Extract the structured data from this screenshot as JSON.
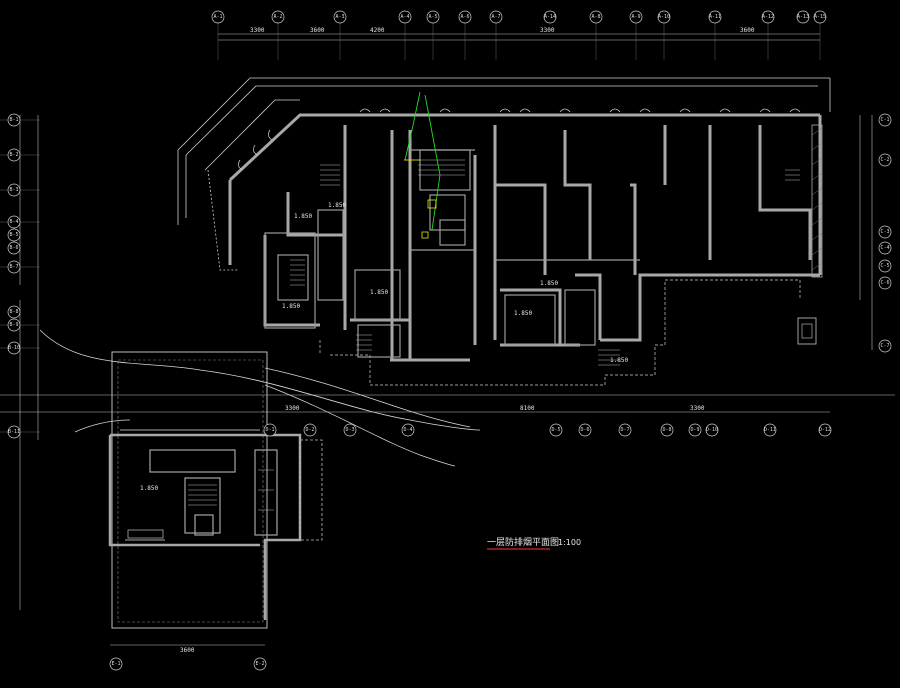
{
  "drawing": {
    "background": "#000000",
    "line_color": "#c8c8c8",
    "wall_color": "#9a9a9a",
    "accent_green": "#22dd22",
    "accent_yellow": "#e6e600",
    "title_underline": "#ff3333",
    "title": "一层防排烟平面图",
    "scale": "1:100",
    "room_labels": [
      "1.850",
      "1.850",
      "1.850",
      "1.850",
      "1.850",
      "1.850",
      "1.850",
      "1.850"
    ],
    "dimension_labels": [
      "3300",
      "3600",
      "4200",
      "3300",
      "3600",
      "3300",
      "8100",
      "3300",
      "3600"
    ],
    "grid_bubbles_top": [
      "A-1",
      "A-2",
      "A-3",
      "A-4",
      "A-5",
      "A-6",
      "A-7",
      "A-8",
      "A-9",
      "A-10",
      "A-11",
      "A-12",
      "A-13",
      "A-14",
      "A-15"
    ],
    "grid_bubbles_left": [
      "B-1",
      "B-2",
      "B-3",
      "B-4",
      "B-5",
      "B-6",
      "B-7",
      "B-8",
      "B-9",
      "B-10",
      "B-11"
    ],
    "grid_bubbles_right": [
      "C-1",
      "C-2",
      "C-3",
      "C-4",
      "C-5",
      "C-6",
      "C-7"
    ],
    "grid_bubbles_middle": [
      "D-1",
      "D-2",
      "D-3",
      "D-4",
      "D-5",
      "D-6",
      "D-7",
      "D-8",
      "D-9",
      "D-10",
      "D-11",
      "D-12"
    ],
    "grid_bubbles_bottom": [
      "E-1",
      "E-2"
    ]
  }
}
